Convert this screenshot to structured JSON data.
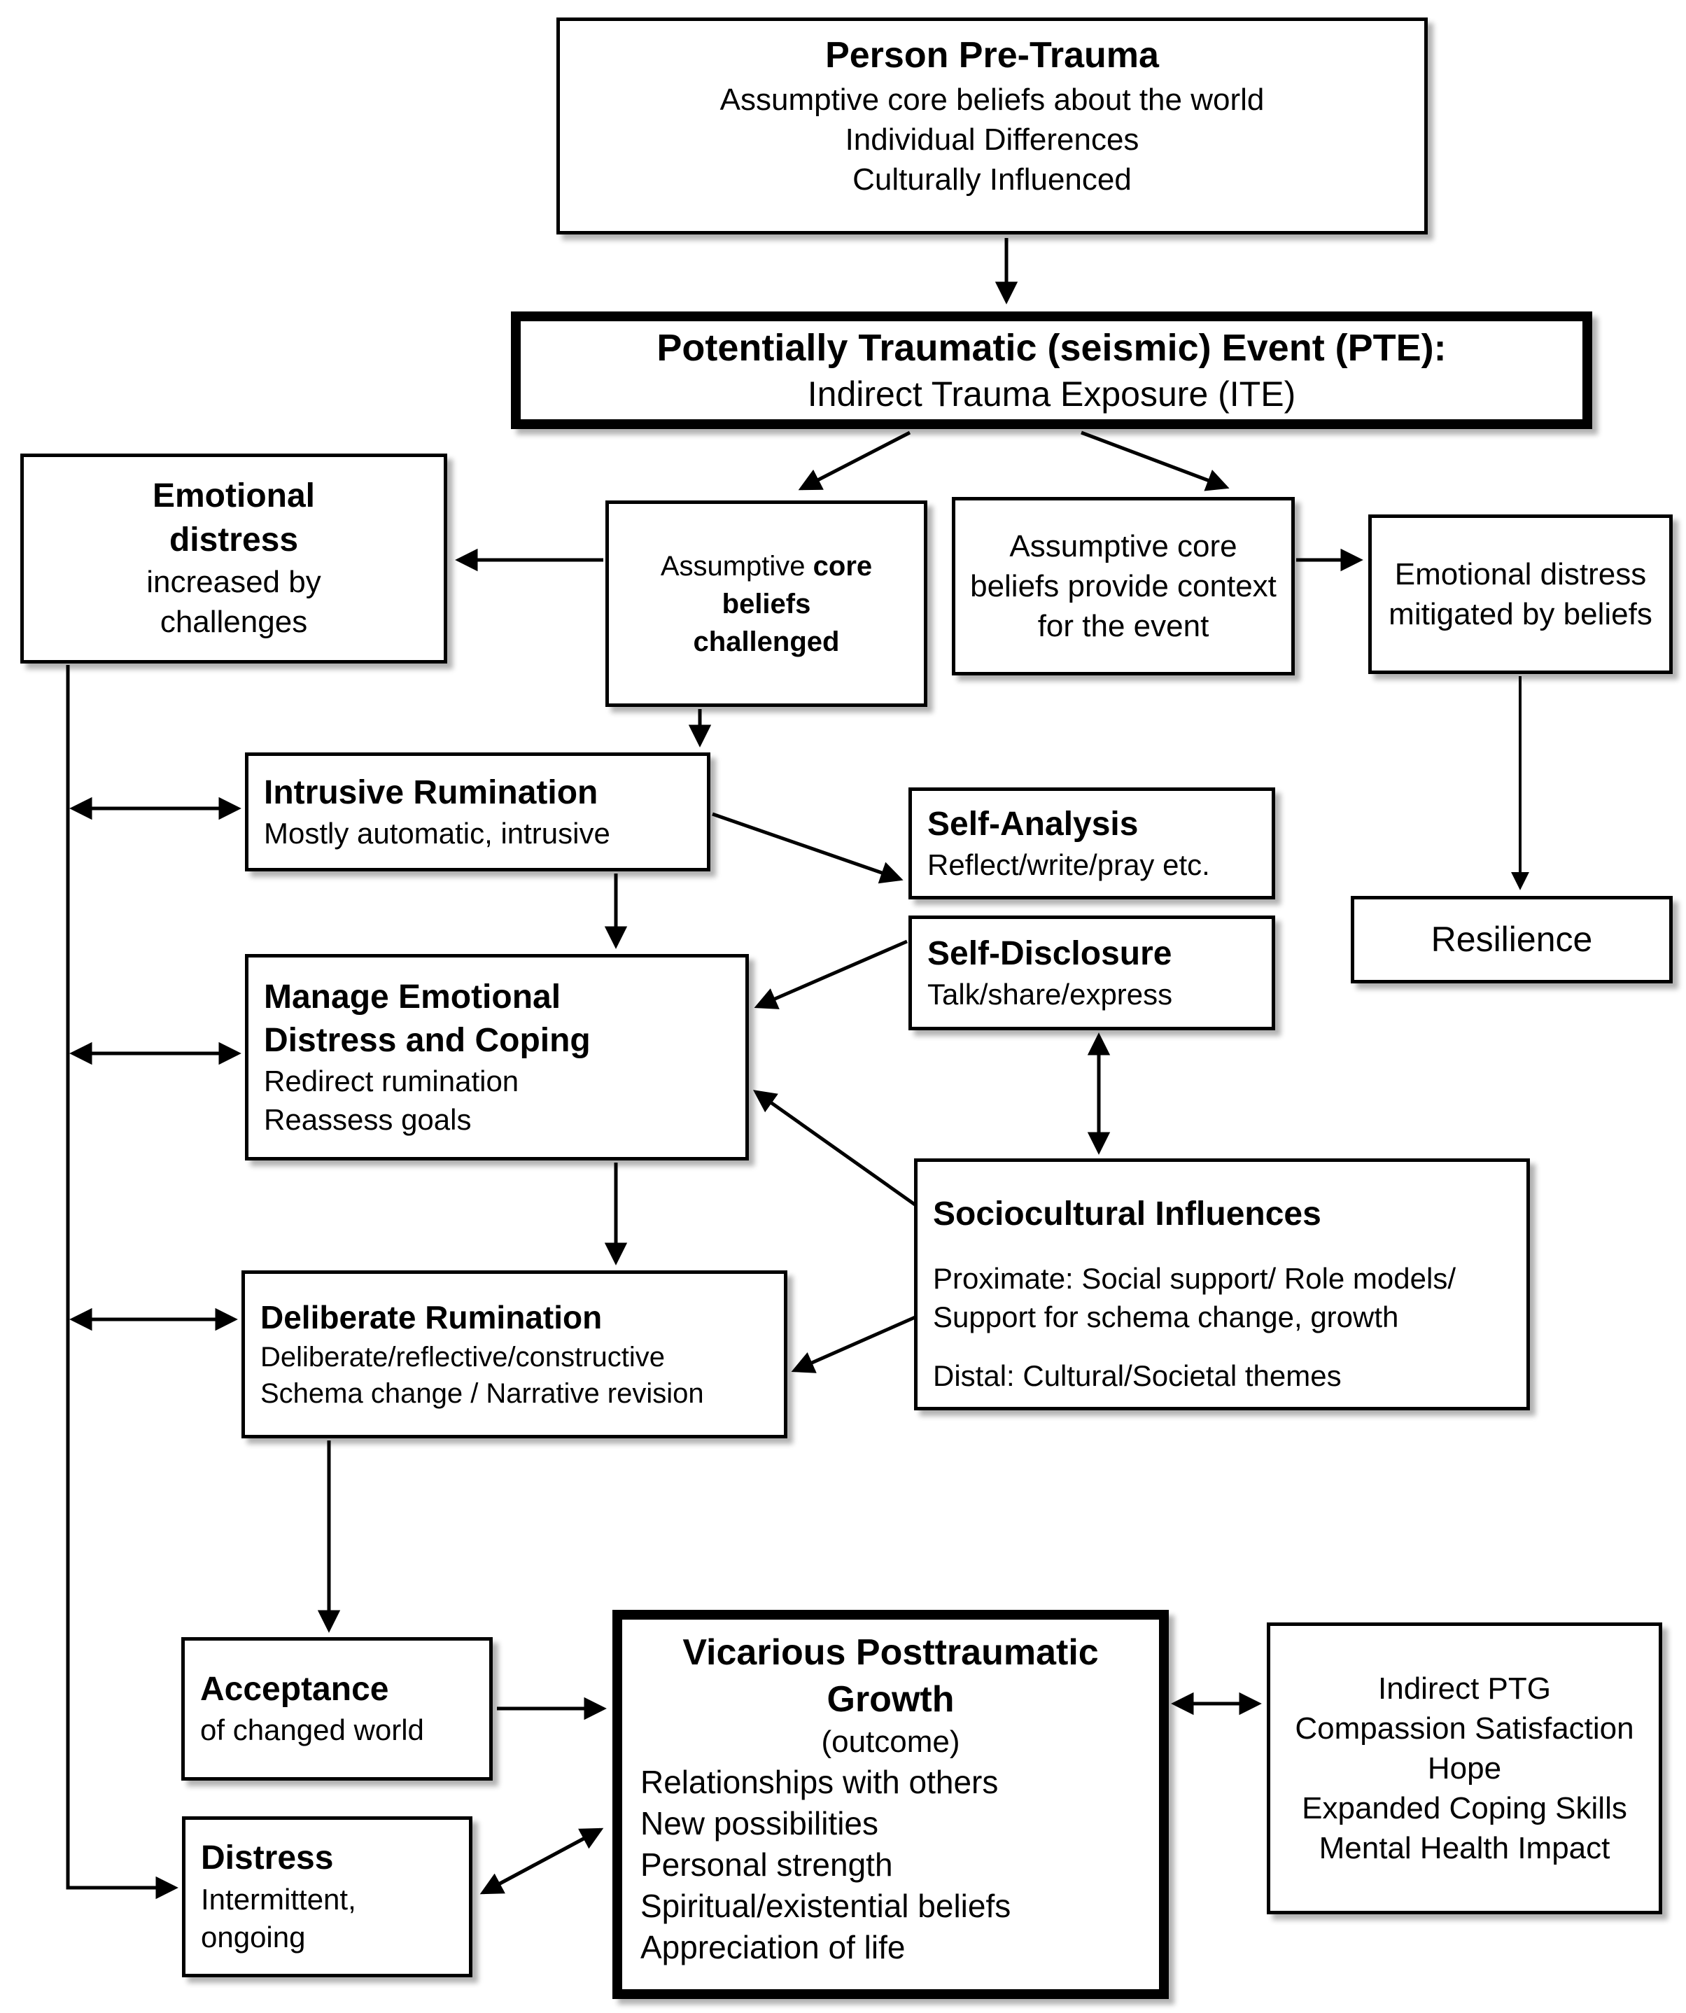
{
  "figure": {
    "colors": {
      "background": "#ffffff",
      "line": "#000000",
      "text": "#000000"
    },
    "boxes": {
      "person": {
        "title": "Person Pre-Trauma",
        "lines": [
          "Assumptive core beliefs about the world",
          "Individual Differences",
          "Culturally Influenced"
        ]
      },
      "pte": {
        "title": "Potentially Traumatic (seismic) Event (PTE):",
        "subtitle": "Indirect Trauma Exposure (ITE)"
      },
      "emotional_distress": {
        "title1": "Emotional",
        "title2": "distress",
        "line1": "increased by",
        "line2": "challenges"
      },
      "beliefs_challenged": {
        "prefix": "Assumptive ",
        "bold1": "core",
        "bold2": "beliefs",
        "bold3": "challenged"
      },
      "provide_context": {
        "lines": [
          "Assumptive core",
          "beliefs provide context",
          "for the event"
        ]
      },
      "mitigated": {
        "lines": [
          "Emotional distress",
          "mitigated by beliefs"
        ]
      },
      "resilience": {
        "label": "Resilience"
      },
      "intrusive": {
        "title": "Intrusive Rumination",
        "line": "Mostly automatic, intrusive"
      },
      "manage": {
        "title1": "Manage Emotional",
        "title2": "Distress and Coping",
        "line1": "Redirect rumination",
        "line2": "Reassess goals"
      },
      "deliberate": {
        "title": "Deliberate Rumination",
        "line1": "Deliberate/reflective/constructive",
        "line2": "Schema change / Narrative revision"
      },
      "self_analysis": {
        "title": "Self-Analysis",
        "line": "Reflect/write/pray etc."
      },
      "self_disclosure": {
        "title": "Self-Disclosure",
        "line": "Talk/share/express"
      },
      "sociocultural": {
        "title": "Sociocultural Influences",
        "line1": "Proximate: Social support/ Role models/",
        "line2": "Support for schema change, growth",
        "line3": "Distal: Cultural/Societal themes"
      },
      "acceptance": {
        "title": "Acceptance",
        "line": "of changed world"
      },
      "distress": {
        "title": "Distress",
        "line1": "Intermittent,",
        "line2": "ongoing"
      },
      "vpg": {
        "title1": "Vicarious Posttraumatic",
        "title2": "Growth",
        "subtitle": "(outcome)",
        "items": [
          "Relationships with others",
          "New possibilities",
          "Personal strength",
          "Spiritual/existential beliefs",
          "Appreciation of life"
        ]
      },
      "indirect_ptg": {
        "items": [
          "Indirect PTG",
          "Compassion Satisfaction",
          "Hope",
          "Expanded Coping Skills",
          "Mental Health Impact"
        ]
      }
    }
  }
}
